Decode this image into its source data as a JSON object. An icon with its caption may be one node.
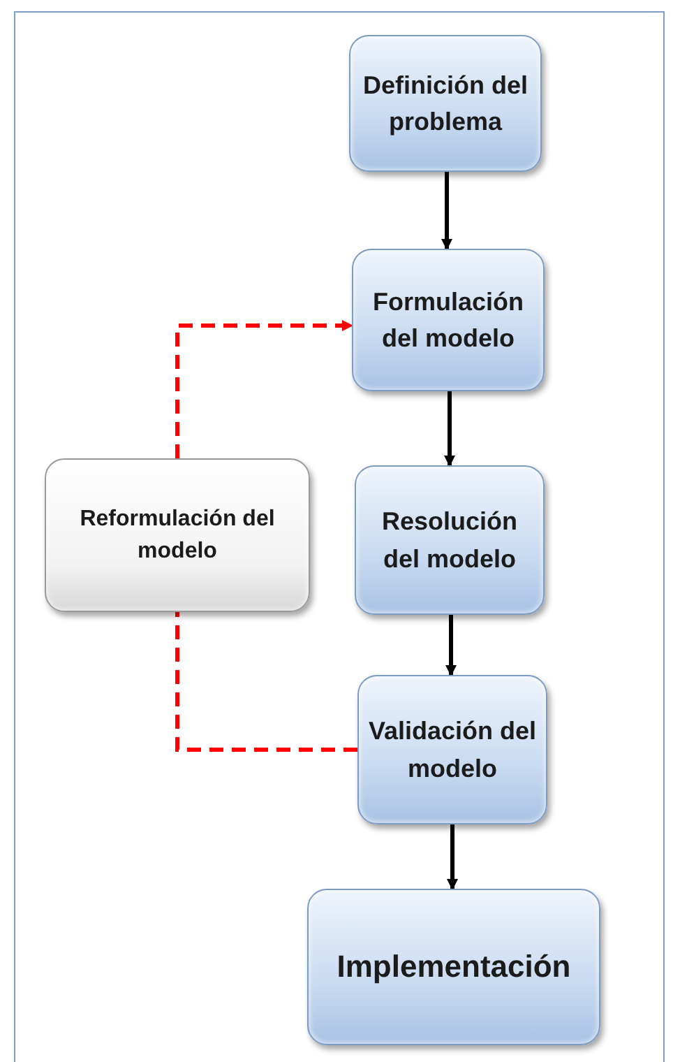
{
  "diagram": {
    "nodes": [
      {
        "text": [
          "Definición del problema"
        ]
      },
      {
        "text": [
          "Formulación del modelo"
        ]
      },
      {
        "text": [
          "Reformulación del modelo"
        ]
      },
      {
        "text": [
          "Resolución del modelo"
        ]
      },
      {
        "text": [
          "Validación del modelo"
        ]
      },
      {
        "text": [
          "Implementación"
        ]
      }
    ],
    "edges": [
      {
        "from": 0,
        "to": 1,
        "arrow": "to"
      },
      {
        "from": 1,
        "to": 3,
        "arrow": "to"
      },
      {
        "from": 3,
        "to": 4,
        "arrow": "to"
      },
      {
        "from": 4,
        "to": 5,
        "arrow": "to"
      },
      {
        "from": 4,
        "to": 2,
        "arrow": "none",
        "style": "dashed",
        "color": "#ff0000"
      },
      {
        "from": 2,
        "to": 1,
        "arrow": "to",
        "style": "dashed",
        "color": "#ff0000"
      }
    ]
  }
}
